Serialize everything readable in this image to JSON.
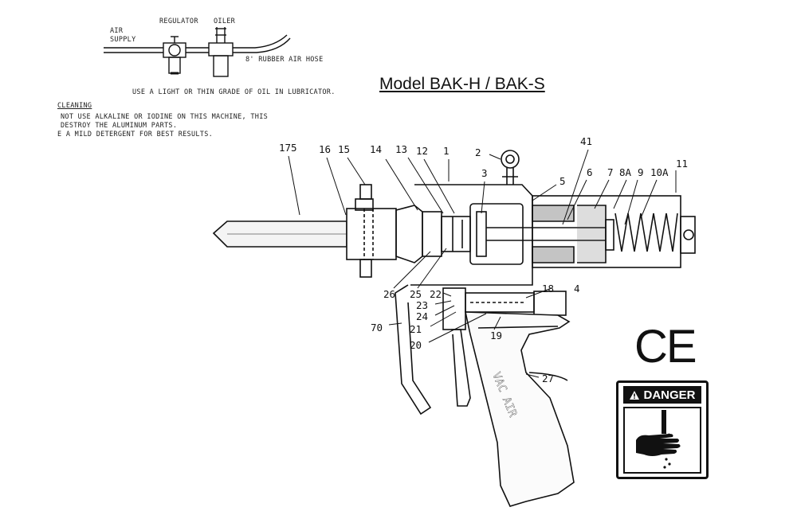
{
  "title": "Model BAK-H / BAK-S",
  "air_setup": {
    "air_supply": "AIR SUPPLY",
    "regulator": "REGULATOR",
    "oiler": "OILER",
    "hose": "8' RUBBER AIR HOSE",
    "oil_note": "USE A LIGHT OR THIN GRADE OF OIL IN LUBRICATOR."
  },
  "cleaning": {
    "heading": "CLEANING",
    "line1": "NOT USE ALKALINE OR IODINE ON THIS MACHINE, THIS",
    "line2": "DESTROY THE ALUMINUM PARTS.",
    "line3": "E A MILD DETERGENT FOR BEST RESULTS."
  },
  "parts": {
    "p175": "175",
    "p16": "16",
    "p15": "15",
    "p14": "14",
    "p13": "13",
    "p12": "12",
    "p1": "1",
    "p2": "2",
    "p3": "3",
    "p41": "41",
    "p5": "5",
    "p6": "6",
    "p7": "7",
    "p8a": "8A",
    "p9": "9",
    "p10a": "10A",
    "p11": "11",
    "p26": "26",
    "p25": "25",
    "p22": "22",
    "p23": "23",
    "p24": "24",
    "p18": "18",
    "p4": "4",
    "p70": "70",
    "p21": "21",
    "p20": "20",
    "p19": "19",
    "p27": "27"
  },
  "grip_text": "VAC AIR",
  "ce_mark": "CE",
  "danger_label": "DANGER",
  "icons": [
    "warning-triangle-icon",
    "hand-hazard-icon"
  ]
}
